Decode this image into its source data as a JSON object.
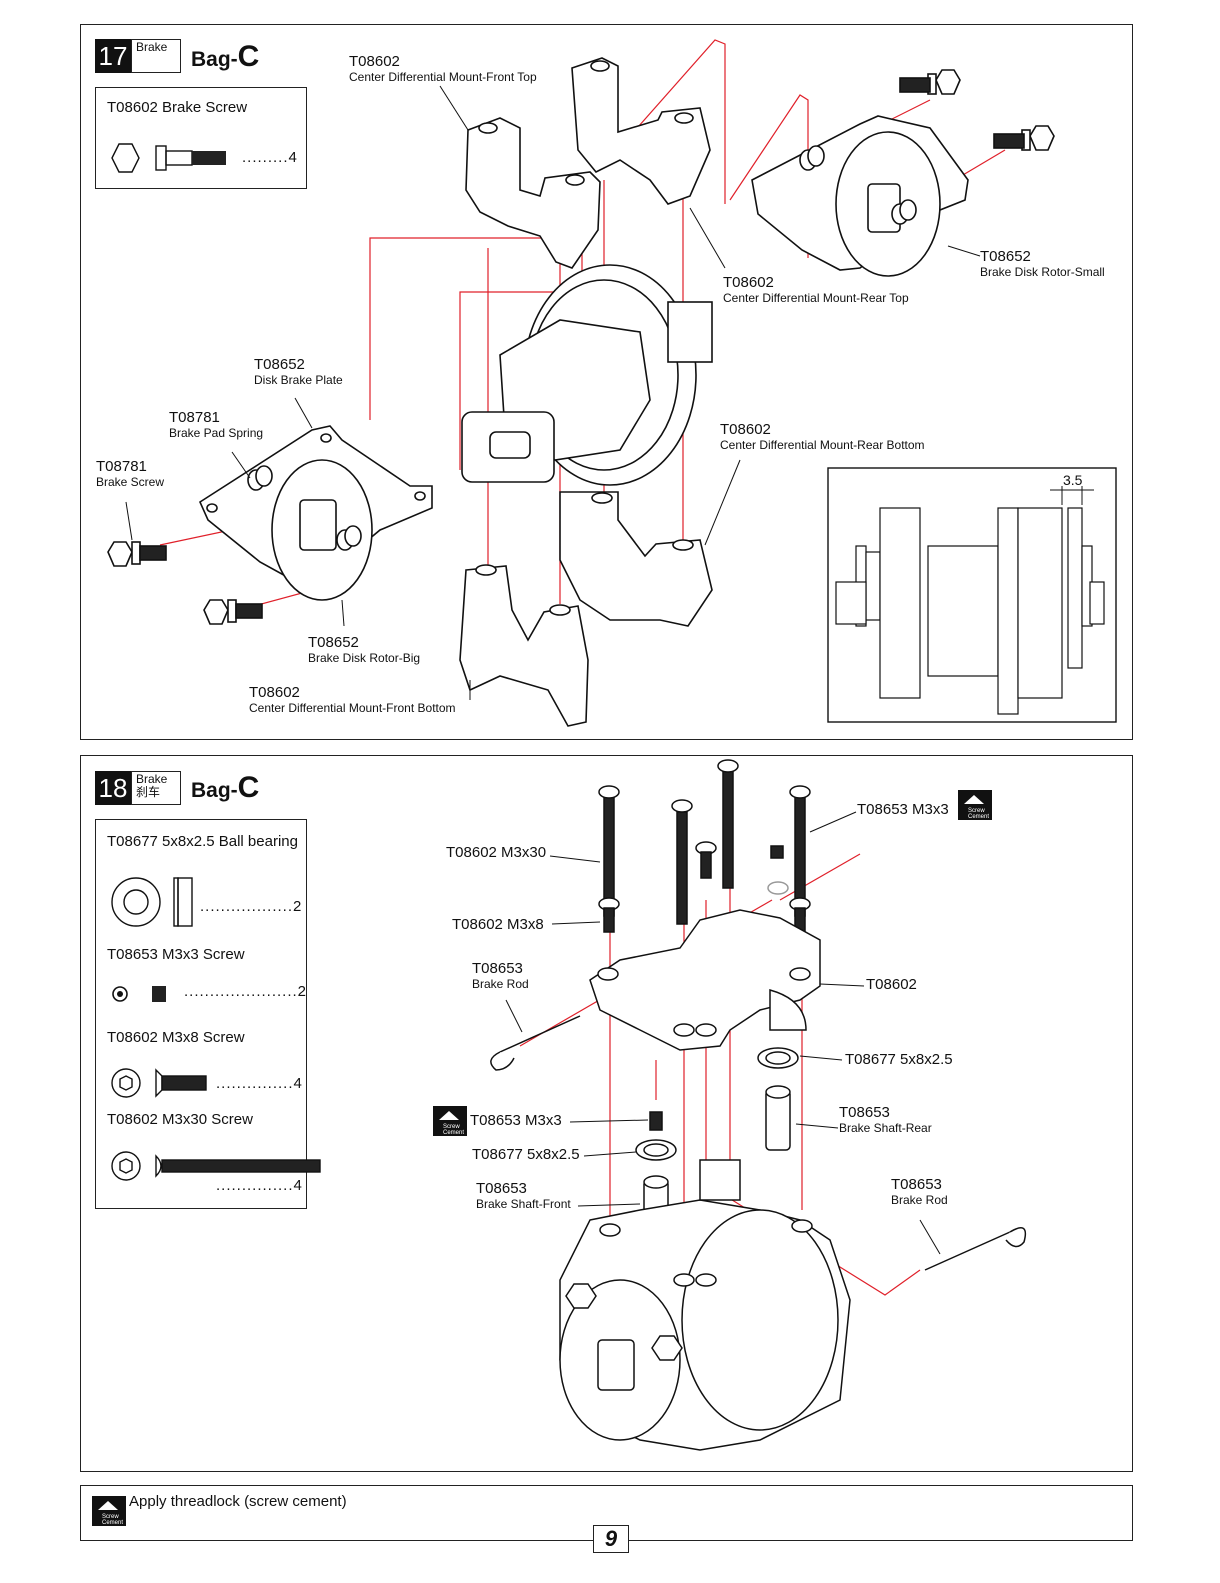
{
  "step17": {
    "number": "17",
    "tag_en": "Brake",
    "bag_prefix": "Bag-",
    "bag_letter": "C",
    "parts_list": [
      {
        "name": "T08602  Brake Screw",
        "qty": ".........4"
      }
    ],
    "labels": {
      "front_top_code": "T08602",
      "front_top_desc": "Center Differential Mount-Front Top",
      "rear_top_code": "T08602",
      "rear_top_desc": "Center Differential Mount-Rear Top",
      "rotor_small_code": "T08652",
      "rotor_small_desc": "Brake Disk Rotor-Small",
      "plate_code": "T08652",
      "plate_desc": "Disk Brake Plate",
      "spring_code": "T08781",
      "spring_desc": "Brake Pad Spring",
      "screw_code": "T08781",
      "screw_desc": "Brake Screw",
      "rear_bottom_code": "T08602",
      "rear_bottom_desc": "Center Differential Mount-Rear Bottom",
      "rotor_big_code": "T08652",
      "rotor_big_desc": "Brake Disk Rotor-Big",
      "front_bottom_code": "T08602",
      "front_bottom_desc": "Center Differential Mount-Front Bottom"
    },
    "dimension": "3.5"
  },
  "step18": {
    "number": "18",
    "tag_en": "Brake",
    "tag_cn": "刹车",
    "bag_prefix": "Bag-",
    "bag_letter": "C",
    "parts_list": [
      {
        "name": "T08677  5x8x2.5 Ball bearing",
        "qty": "..................2"
      },
      {
        "name": "T08653  M3x3 Screw",
        "qty": "......................2"
      },
      {
        "name": "T08602  M3x8 Screw",
        "qty": "...............4"
      },
      {
        "name": "T08602  M3x30 Screw",
        "qty": "...............4"
      }
    ],
    "labels": {
      "m3x3_top": "T08653  M3x3",
      "m3x30": "T08602 M3x30",
      "m3x8": "T08602 M3x8",
      "rod_code": "T08653",
      "rod_desc": "Brake Rod",
      "mount": "T08602",
      "bearing_right": "T08677 5x8x2.5",
      "m3x3_left": "T08653  M3x3",
      "bearing_left": "T08677 5x8x2.5",
      "shaft_rear_code": "T08653",
      "shaft_rear_desc": "Brake Shaft-Rear",
      "shaft_front_code": "T08653",
      "shaft_front_desc": "Brake Shaft-Front",
      "rod2_code": "T08653",
      "rod2_desc": "Brake Rod"
    }
  },
  "cement_icon_text": "Screw Cement",
  "footer_note": "Apply threadlock (screw cement)",
  "page_number": "9",
  "colors": {
    "guide": "#e0202a",
    "ink": "#111111"
  }
}
